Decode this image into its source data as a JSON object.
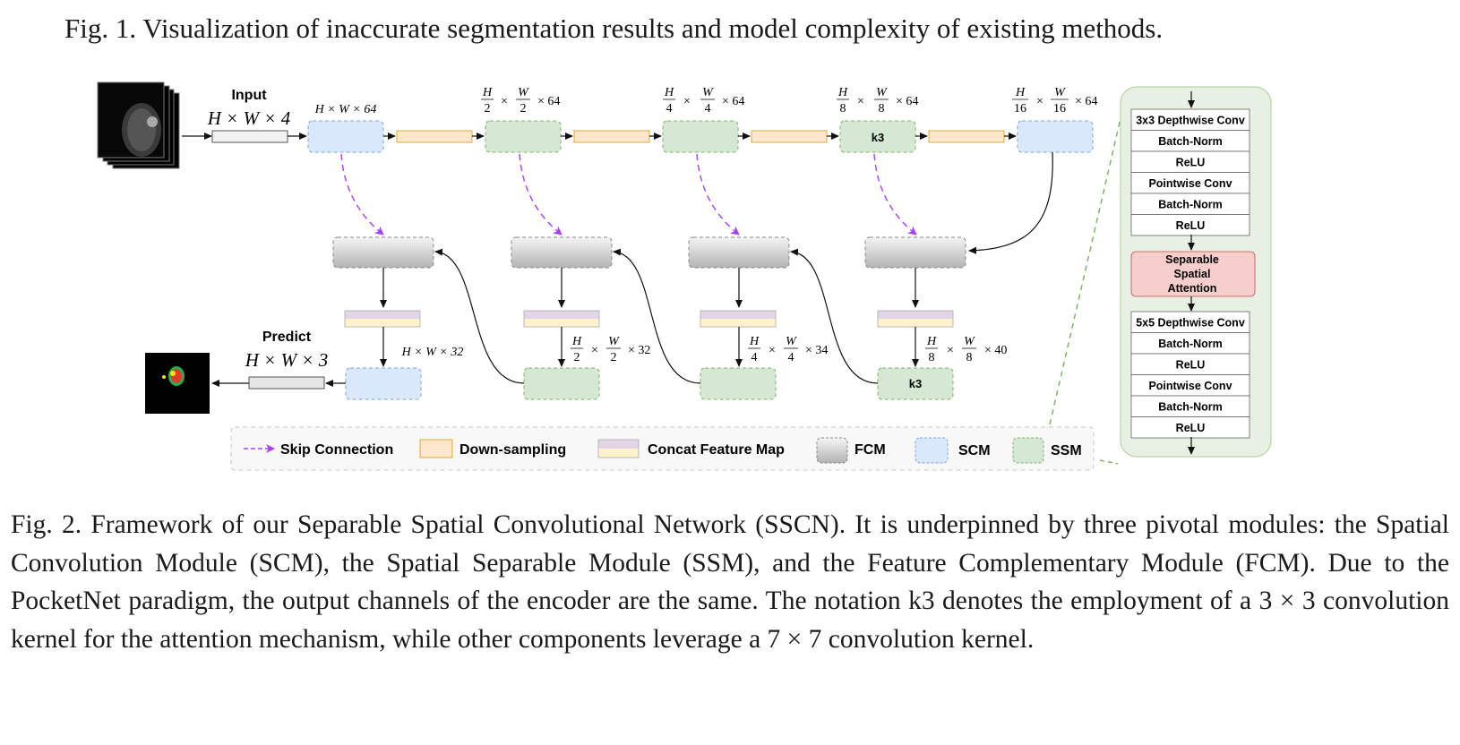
{
  "fig1_caption": "Fig. 1.  Visualization of inaccurate segmentation results and model complexity of existing methods.",
  "fig2_caption": "Fig. 2.  Framework of our Separable Spatial Convolutional Network (SSCN). It is underpinned by three pivotal modules: the Spatial Convolution Module (SCM), the Spatial Separable Module (SSM), and the Feature Complementary Module (FCM). Due to the PocketNet paradigm, the output channels of the encoder are the same. The notation k3 denotes the employment of a 3 × 3 convolution kernel for the attention mechanism, while other components leverage a 7 × 7 convolution kernel.",
  "diagram": {
    "input_label": "Input",
    "input_dims": "H × W × 4",
    "predict_label": "Predict",
    "predict_dims": "H × W × 3",
    "enc_dims": [
      "H × W × 64"
    ],
    "frac_h": "H",
    "frac_w": "W",
    "den_2": "2",
    "den_4": "4",
    "den_8": "8",
    "den_16": "16",
    "times": "×",
    "ch64": "× 64",
    "dec_dim_1": "H × W × 32",
    "ch32": "× 32",
    "ch34": "× 34",
    "ch40": "× 40",
    "k3": "k3",
    "legend": {
      "skip": "Skip Connection",
      "down": "Down-sampling",
      "concat": "Concat Feature Map",
      "fcm": "FCM",
      "scm": "SCM",
      "ssm": "SSM"
    },
    "ssa_steps": [
      "3x3 Depthwise Conv",
      "Batch-Norm",
      "ReLU",
      "Pointwise Conv",
      "Batch-Norm",
      "ReLU"
    ],
    "ssa_attention": "Separable Spatial Attention",
    "ssa_steps2": [
      "5x5 Depthwise Conv",
      "Batch-Norm",
      "ReLU",
      "Pointwise Conv",
      "Batch-Norm",
      "ReLU"
    ],
    "colors": {
      "scm_fill": "#dae8fc",
      "ssm_fill": "#d5e8d4",
      "down_fill": "#ffe6cc",
      "concat_top": "#e1d5e7",
      "skip": "#a93dff",
      "attention_fill": "#f8cecc"
    }
  }
}
